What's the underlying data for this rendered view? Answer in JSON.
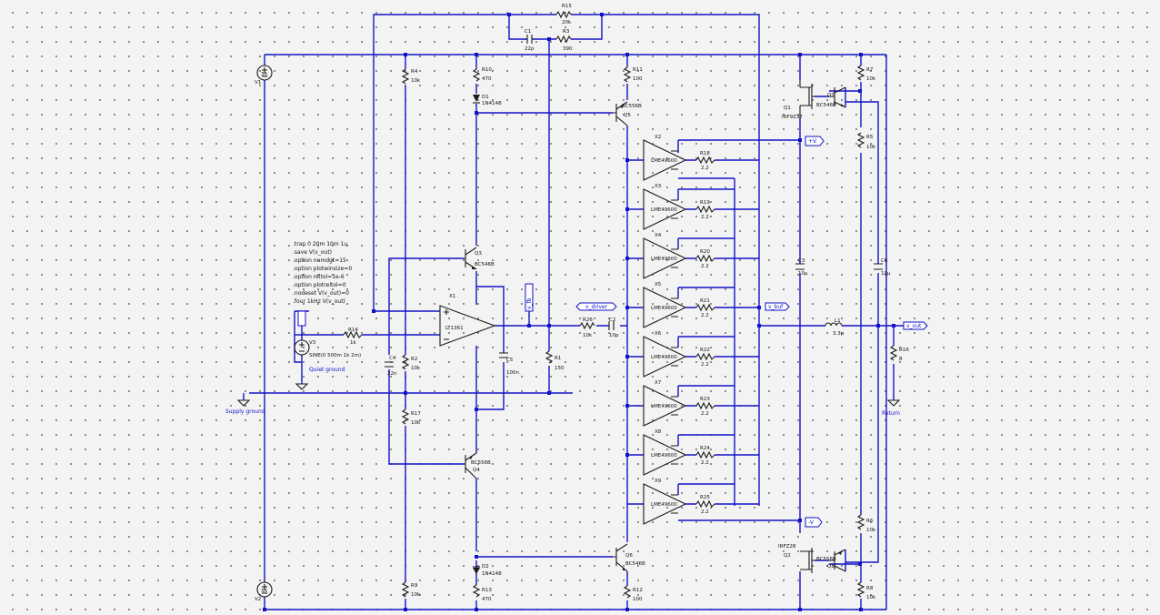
{
  "colors": {
    "wire": "#1212c8",
    "component": "#1a1a1a",
    "background": "#f3f3f3"
  },
  "directives": [
    ".tran 0 20m 10m 1u",
    ".save V(v_out)",
    ".option numdgt=15",
    ".option plotwinsize=0",
    ".option reltol=1e-6",
    ".option plotreltol=0",
    ".nodeset V(v_out)=0",
    ".four 1kHz V(v_out)"
  ],
  "nets": {
    "v_driver": "v_driver",
    "v_buf": "v_buf",
    "v_out": "v_out",
    "v_fb": "v_fb",
    "plus_v": "+V",
    "minus_v": "-V",
    "quiet_ground": "Quiet ground",
    "supply_ground": "Supply ground",
    "return": "Return"
  },
  "sources": {
    "v1": {
      "name": "V1",
      "value": "36"
    },
    "v2": {
      "name": "V2",
      "value": "36"
    },
    "v3": {
      "name": "V3",
      "value": "SINE(0 500m 1k 2m)"
    }
  },
  "opamps": {
    "x1": {
      "name": "X1",
      "model": "LT1361"
    },
    "buffers": [
      {
        "name": "X2",
        "model": "LME49600",
        "res_name": "R18",
        "res_value": "2.2"
      },
      {
        "name": "X3",
        "model": "LME49600",
        "res_name": "R19",
        "res_value": "2.2"
      },
      {
        "name": "X4",
        "model": "LME49600",
        "res_name": "R20",
        "res_value": "2.2"
      },
      {
        "name": "X5",
        "model": "LME49600",
        "res_name": "R21",
        "res_value": "2.2"
      },
      {
        "name": "X6",
        "model": "LME49600",
        "res_name": "R22",
        "res_value": "2.2"
      },
      {
        "name": "X7",
        "model": "LME49600",
        "res_name": "R23",
        "res_value": "2.2"
      },
      {
        "name": "X8",
        "model": "LME49600",
        "res_name": "R24",
        "res_value": "2.2"
      },
      {
        "name": "X9",
        "model": "LME49600",
        "res_name": "R25",
        "res_value": "2.2"
      }
    ]
  },
  "resistors": {
    "r15": {
      "name": "R15",
      "value": "20k"
    },
    "r3": {
      "name": "R3",
      "value": "390"
    },
    "r4": {
      "name": "R4",
      "value": "10k"
    },
    "r10": {
      "name": "R10",
      "value": "470"
    },
    "r11": {
      "name": "R11",
      "value": "100"
    },
    "r7": {
      "name": "R7",
      "value": "10k"
    },
    "r5": {
      "name": "R5",
      "value": "10k"
    },
    "r14": {
      "name": "R14",
      "value": "1k"
    },
    "r2": {
      "name": "R2",
      "value": "10k"
    },
    "r17": {
      "name": "R17",
      "value": "10k"
    },
    "r1": {
      "name": "R1",
      "value": "150"
    },
    "r26": {
      "name": "R26",
      "value": "10k"
    },
    "r16": {
      "name": "R16",
      "value": "8"
    },
    "r6": {
      "name": "R6",
      "value": "10k"
    },
    "r8": {
      "name": "R8",
      "value": "10k"
    },
    "r9": {
      "name": "R9",
      "value": "10k"
    },
    "r13": {
      "name": "R13",
      "value": "470"
    },
    "r12": {
      "name": "R12",
      "value": "100"
    }
  },
  "capacitors": {
    "c1": {
      "name": "C1",
      "value": "22p"
    },
    "c4": {
      "name": "C4",
      "value": "22n"
    },
    "c5": {
      "name": "C5",
      "value": "100n"
    },
    "c2": {
      "name": "C2",
      "value": "10p"
    },
    "c3": {
      "name": "C3",
      "value": "10µ"
    },
    "c6": {
      "name": "C6",
      "value": "10µ"
    }
  },
  "inductors": {
    "l1": {
      "name": "L1",
      "value": "3.3µ"
    }
  },
  "diodes": {
    "d1": {
      "name": "D1",
      "model": "1N4148"
    },
    "d2": {
      "name": "D2",
      "model": "1N4148"
    }
  },
  "transistors": {
    "q5": {
      "name": "Q5",
      "model": "BC556B"
    },
    "q3": {
      "name": "Q3",
      "model": "BC546B"
    },
    "q4": {
      "name": "Q4",
      "model": "BC556B"
    },
    "q6": {
      "name": "Q6",
      "model": "BC546B"
    },
    "q7": {
      "name": "Q7",
      "model": "BC546B"
    },
    "q8": {
      "name": "Q8",
      "model": "BC556B"
    },
    "q1": {
      "name": "Q1",
      "model": "IRF9Z37"
    },
    "q2": {
      "name": "Q2",
      "model": "IRFZ28"
    }
  }
}
